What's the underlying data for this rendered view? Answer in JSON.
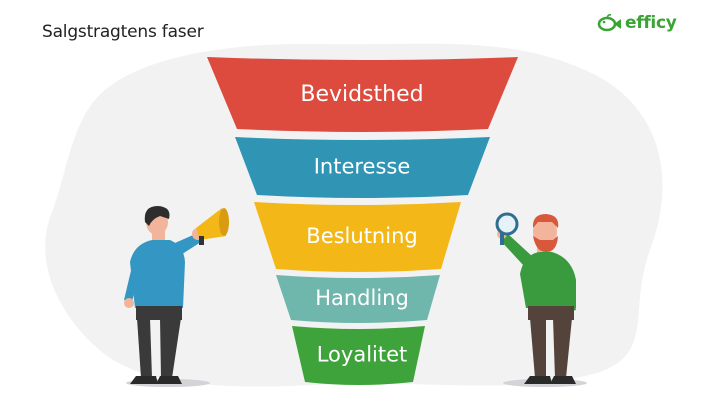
{
  "title": "Salgstragtens faser",
  "logo": {
    "text": "efficy",
    "icon": "fish-icon",
    "color": "#3aa535"
  },
  "stages": [
    {
      "label": "Bevidsthed",
      "color": "#dc4b3e"
    },
    {
      "label": "Interesse",
      "color": "#3095b5"
    },
    {
      "label": "Beslutning",
      "color": "#f3b818"
    },
    {
      "label": "Handling",
      "color": "#6fb7ad"
    },
    {
      "label": "Loyalitet",
      "color": "#3fa33c"
    }
  ],
  "people": [
    {
      "role": "megaphone-man",
      "shirt": "#3496c2"
    },
    {
      "role": "magnifier-man",
      "shirt": "#3a9a3e"
    }
  ]
}
